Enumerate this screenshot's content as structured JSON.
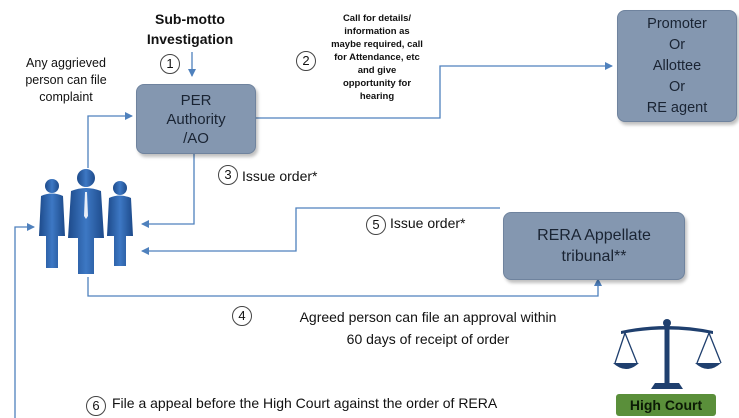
{
  "suo_motto": "Sub-motto\nInvestigation",
  "complaint_note": "Any aggrieved\nperson can file\ncomplaint",
  "per_authority": "PER\nAuthority\n/AO",
  "promoter_box": "Promoter\nOr\nAllottee\nOr\nRE agent",
  "appellate_box": "RERA Appellate\ntribunal**",
  "steps": {
    "s1": {
      "num": "1"
    },
    "s2": {
      "num": "2",
      "text": "Call for details/\ninformation as\nmaybe required, call\nfor Attendance, etc\nand give\nopportunity for\nhearing"
    },
    "s3": {
      "num": "3",
      "text": "Issue order*"
    },
    "s4": {
      "num": "4",
      "text": "Agreed person can file an approval  within\n60 days of receipt of order"
    },
    "s5": {
      "num": "5",
      "text": "Issue order*"
    },
    "s6": {
      "num": "6",
      "text": "File a appeal before the High Court against the order  of RERA"
    }
  },
  "high_court": "High Court",
  "colors": {
    "box": "#8497b0",
    "line": "#4f81bd",
    "court_icon": "#1f3f6e",
    "court_badge": "#5a8f3a"
  },
  "icons": {
    "people": "people-group-icon",
    "court": "scales-of-justice-icon"
  }
}
